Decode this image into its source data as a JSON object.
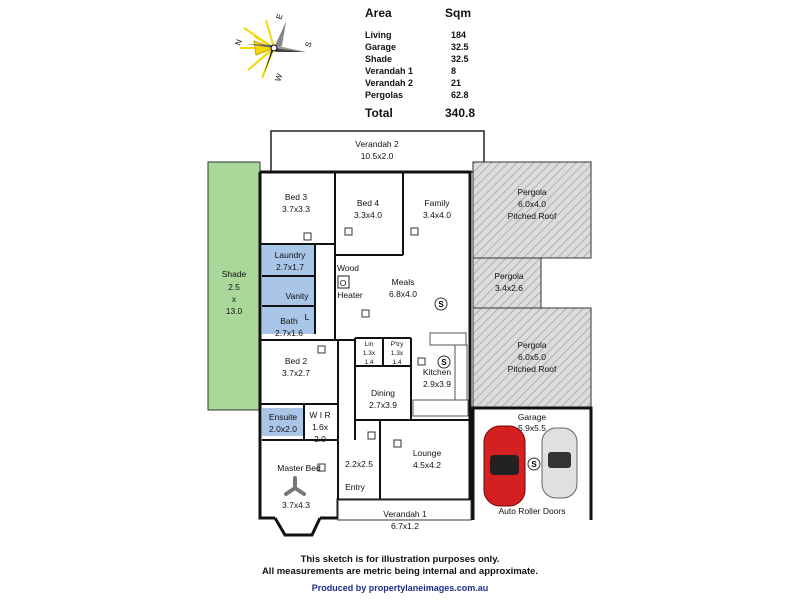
{
  "compass": {
    "n": "N",
    "e": "E",
    "s": "S",
    "w": "W"
  },
  "area_table": {
    "col_area": "Area",
    "col_sqm": "Sqm",
    "rows": [
      {
        "name": "Living",
        "sqm": "184"
      },
      {
        "name": "Garage",
        "sqm": "32.5"
      },
      {
        "name": "Shade",
        "sqm": "32.5"
      },
      {
        "name": "Verandah 1",
        "sqm": "8"
      },
      {
        "name": "Verandah 2",
        "sqm": "21"
      },
      {
        "name": "Pergolas",
        "sqm": "62.8"
      }
    ],
    "total_label": "Total",
    "total_value": "340.8"
  },
  "rooms": {
    "verandah2": {
      "name": "Verandah 2",
      "dims": "10.5x2.0"
    },
    "shade": {
      "name": "Shade",
      "d1": "2.5",
      "x": "x",
      "d2": "13.0"
    },
    "bed3": {
      "name": "Bed 3",
      "dims": "3.7x3.3"
    },
    "bed4": {
      "name": "Bed 4",
      "dims": "3.3x4.0"
    },
    "family": {
      "name": "Family",
      "dims": "3.4x4.0"
    },
    "pergola1": {
      "name": "Pergola",
      "dims": "6.0x4.0",
      "roof": "Pitched Roof"
    },
    "laundry": {
      "name": "Laundry",
      "dims": "2.7x1.7"
    },
    "vanity": {
      "name": "Vanity"
    },
    "bath": {
      "name": "Bath",
      "dims": "2.7x1.6"
    },
    "l": {
      "name": "L"
    },
    "wood_heater": {
      "l1": "Wood",
      "o": "O",
      "l2": "Heater"
    },
    "meals": {
      "name": "Meals",
      "dims": "6.8x4.0"
    },
    "pergola2": {
      "name": "Pergola",
      "dims": "3.4x2.6"
    },
    "pergola3": {
      "name": "Pergola",
      "dims": "6.0x5.0",
      "roof": "Pitched Roof"
    },
    "bed2": {
      "name": "Bed 2",
      "dims": "3.7x2.7"
    },
    "lin": {
      "name": "Lin",
      "dims": "1.3x",
      "dims2": "1.4"
    },
    "pantry": {
      "name": "P'try",
      "dims": "1.3x",
      "dims2": "1.4"
    },
    "kitchen": {
      "name": "Kitchen",
      "dims": "2.9x3.9"
    },
    "dining": {
      "name": "Dining",
      "dims": "2.7x3.9"
    },
    "ensuite": {
      "name": "Ensuite",
      "dims": "2.0x2.0"
    },
    "wir": {
      "name": "W I R",
      "d1": "1.6x",
      "d2": "2.0"
    },
    "garage": {
      "name": "Garage",
      "dims": "5.9x5.5",
      "doors": "Auto Roller Doors"
    },
    "lounge": {
      "name": "Lounge",
      "dims": "4.5x4.2"
    },
    "hall": {
      "dims": "2.2x2.5"
    },
    "entry": {
      "name": "Entry"
    },
    "master": {
      "name": "Master Bed",
      "dims": "3.7x4.3"
    },
    "verandah1": {
      "name": "Verandah 1",
      "dims": "6.7x1.2"
    },
    "s_symbol": "S"
  },
  "notes": {
    "line1": "This sketch is for illustration purposes only.",
    "line2": "All measurements are metric being internal and approximate.",
    "credit": "Produced by propertylaneimages.com.au"
  },
  "colors": {
    "shade": "#a9d89a",
    "wet": "#a9c6e8",
    "pergola_hatch": "#bdbdbd",
    "car_red": "#d42020",
    "credit_blue": "#1a2d8a"
  }
}
